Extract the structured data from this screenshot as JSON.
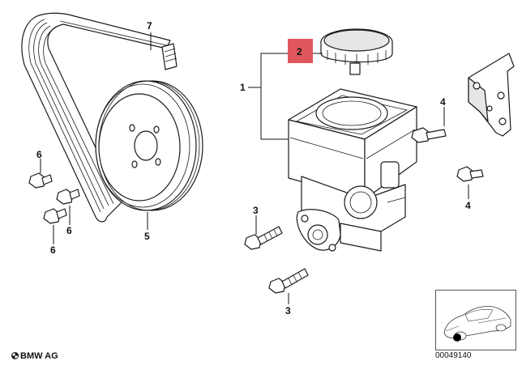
{
  "diagram": {
    "highlight_color": "#e0575b",
    "callouts": [
      {
        "id": "callout-7",
        "label": "7"
      },
      {
        "id": "callout-2",
        "label": "2",
        "highlighted": true
      },
      {
        "id": "callout-1",
        "label": "1"
      },
      {
        "id": "callout-4-top",
        "label": "4"
      },
      {
        "id": "callout-4-bottom",
        "label": "4"
      },
      {
        "id": "callout-6-top",
        "label": "6"
      },
      {
        "id": "callout-6-mid",
        "label": "6"
      },
      {
        "id": "callout-6-bottom",
        "label": "6"
      },
      {
        "id": "callout-5",
        "label": "5"
      },
      {
        "id": "callout-3-top",
        "label": "3"
      },
      {
        "id": "callout-3-bottom",
        "label": "3"
      }
    ],
    "parts": [
      {
        "name": "drive-belt"
      },
      {
        "name": "belt-pulley"
      },
      {
        "name": "reservoir-cap"
      },
      {
        "name": "power-steering-pump"
      },
      {
        "name": "mounting-bracket"
      },
      {
        "name": "hex-bolts"
      },
      {
        "name": "car-location-thumbnail"
      }
    ]
  },
  "footer": {
    "brand": "BMW AG",
    "diagram_number": "00049140"
  }
}
